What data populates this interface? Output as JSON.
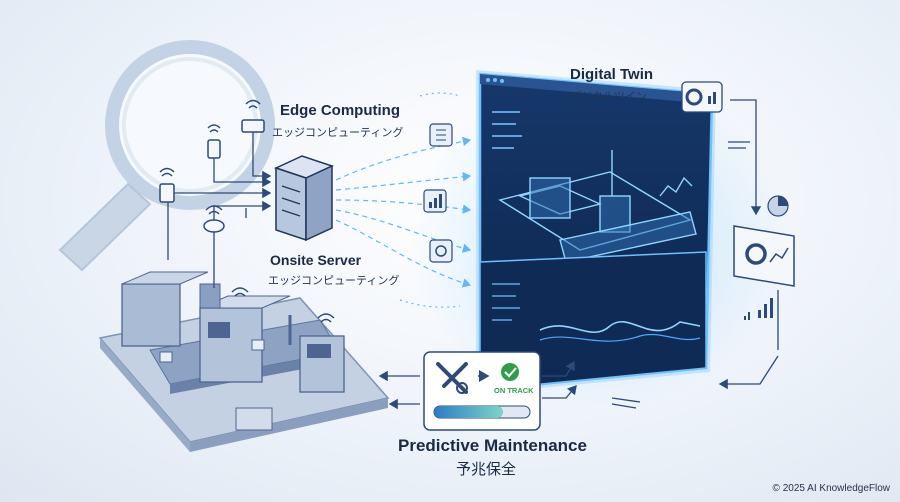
{
  "labels": {
    "edge_en": "Edge Computing",
    "edge_ja": "エッジコンピューティング",
    "server_en": "Onsite Server",
    "server_ja": "エッジコンピューティング",
    "twin_en": "Digital Twin",
    "twin_ja": "デジタルツイン",
    "pm_en": "Predictive Maintenance",
    "pm_ja": "予兆保全",
    "status": "ON TRACK"
  },
  "footer": {
    "copyright": "© 2025 AI KnowledgeFlow"
  },
  "maintenance": {
    "progress": 0.72
  },
  "colors": {
    "primary": "#2c4a7a",
    "accent": "#4aa8ff",
    "screen": "#0f2a55",
    "success": "#2e9e48"
  },
  "icons": [
    "magnifier-icon",
    "wifi-icon",
    "sensor-icon",
    "server-icon",
    "gear-icon",
    "wrench-icon",
    "checkmark-icon",
    "bar-chart-icon",
    "pie-chart-icon"
  ]
}
